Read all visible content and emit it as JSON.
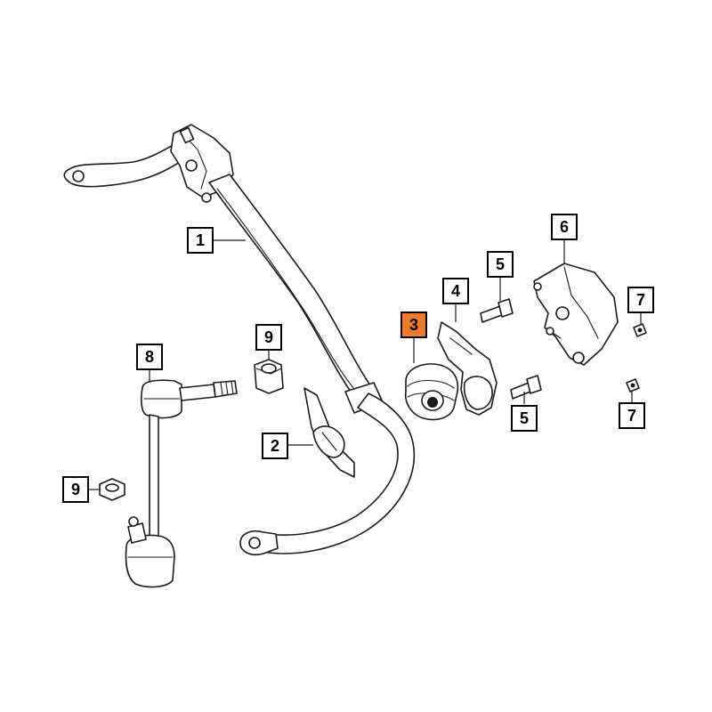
{
  "diagram": {
    "highlight_color": "#f07a2c",
    "callouts": [
      {
        "id": "c1",
        "label": "1",
        "highlighted": false
      },
      {
        "id": "c2",
        "label": "2",
        "highlighted": false
      },
      {
        "id": "c3",
        "label": "3",
        "highlighted": true
      },
      {
        "id": "c4",
        "label": "4",
        "highlighted": false
      },
      {
        "id": "c5a",
        "label": "5",
        "highlighted": false
      },
      {
        "id": "c5b",
        "label": "5",
        "highlighted": false
      },
      {
        "id": "c6",
        "label": "6",
        "highlighted": false
      },
      {
        "id": "c7a",
        "label": "7",
        "highlighted": false
      },
      {
        "id": "c7b",
        "label": "7",
        "highlighted": false
      },
      {
        "id": "c8",
        "label": "8",
        "highlighted": false
      },
      {
        "id": "c9a",
        "label": "9",
        "highlighted": false
      },
      {
        "id": "c9b",
        "label": "9",
        "highlighted": false
      }
    ]
  }
}
